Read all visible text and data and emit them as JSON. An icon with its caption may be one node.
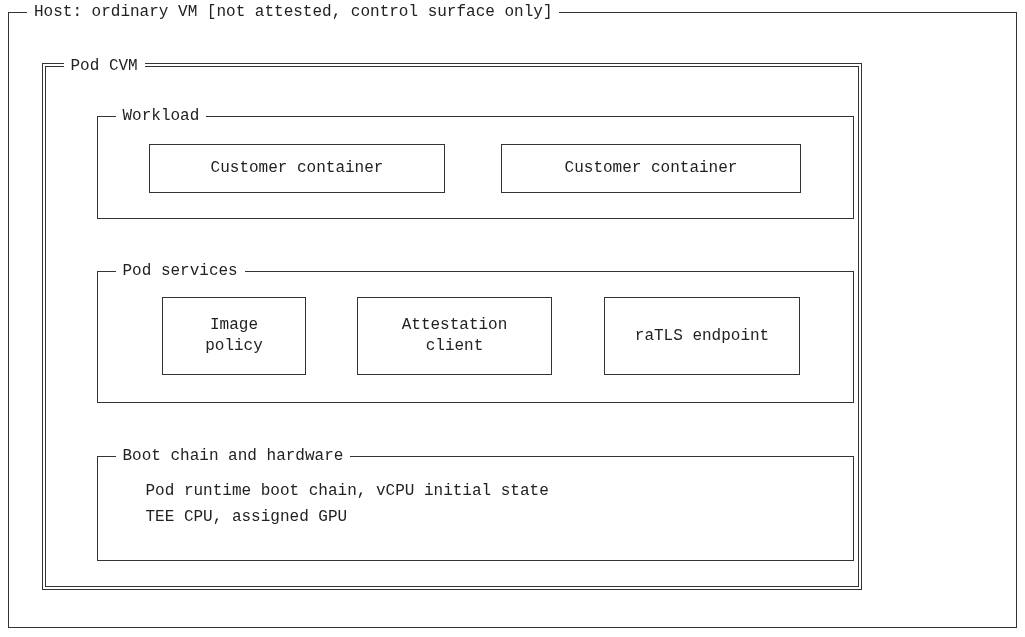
{
  "diagram": {
    "nodes": [
      {
        "text": [
          "Host: ordinary VM [not attested, control surface only]"
        ]
      },
      {
        "text": [
          "Pod CVM"
        ],
        "in": 0
      },
      {
        "text": [
          "Workload"
        ],
        "in": 1
      },
      {
        "text": [
          "Customer container"
        ],
        "in": 2
      },
      {
        "text": [
          "Customer container"
        ],
        "in": 2
      },
      {
        "text": [
          "Pod services"
        ],
        "in": 1
      },
      {
        "text": [
          "Image policy"
        ],
        "in": 5
      },
      {
        "text": [
          "Attestation client"
        ],
        "in": 5
      },
      {
        "text": [
          "raTLS endpoint"
        ],
        "in": 5
      },
      {
        "text": [
          "Boot chain and hardware",
          "Pod runtime boot chain, vCPU initial state",
          "TEE CPU, assigned GPU"
        ],
        "in": 1
      }
    ]
  }
}
